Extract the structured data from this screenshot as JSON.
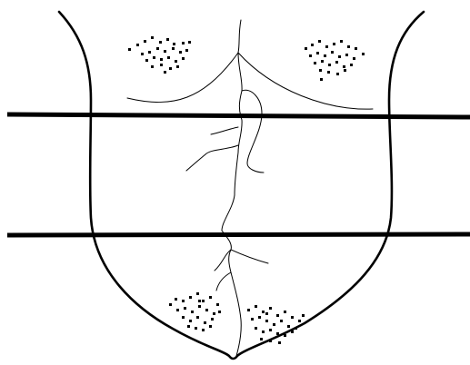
{
  "figure": {
    "kind": "line-drawing",
    "colors": {
      "stroke": "#000000",
      "background": "#ffffff"
    },
    "horizontal_bands": 2,
    "speckle_clusters": 4
  }
}
